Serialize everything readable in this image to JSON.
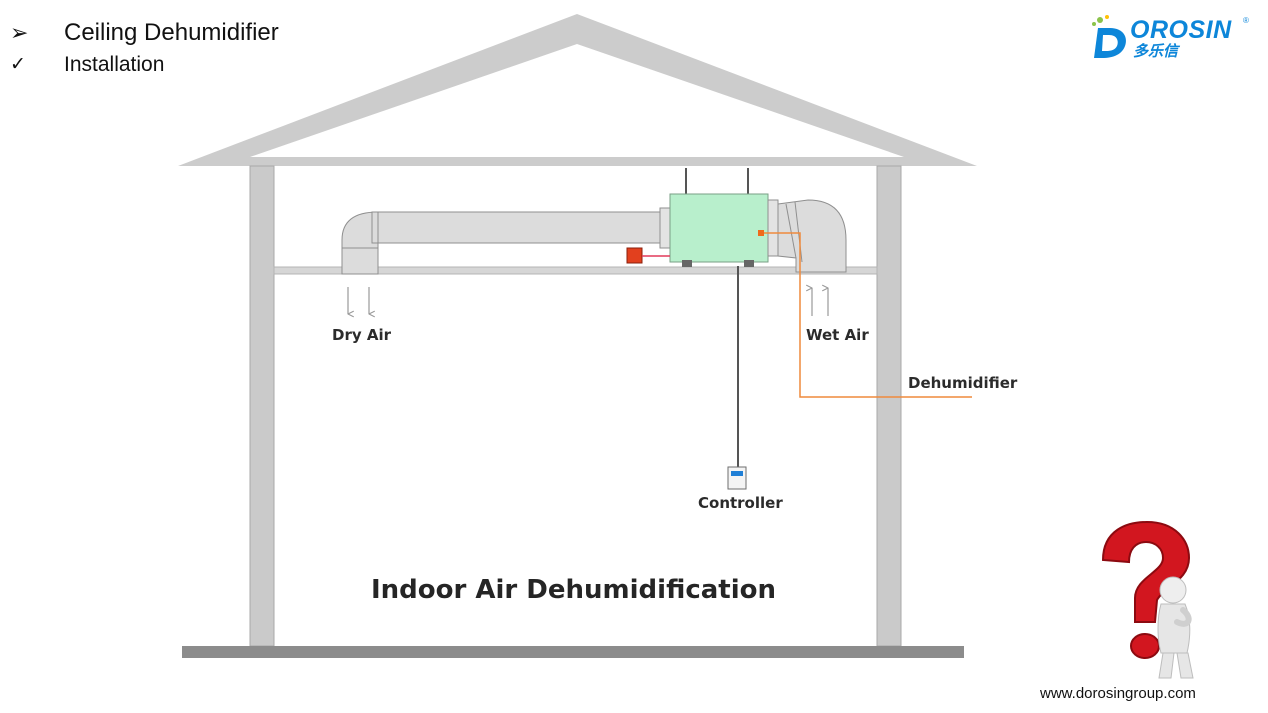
{
  "header": {
    "bullets": [
      {
        "icon": "arrowhead-bullet-icon",
        "glyph": "➢",
        "text": "Ceiling Dehumidifier"
      },
      {
        "icon": "checkmark-icon",
        "glyph": "✓",
        "text": "Installation"
      }
    ]
  },
  "logo": {
    "name": "OROSIN",
    "chinese": "多乐信",
    "registered": "®",
    "brand_color": "#0d86d9"
  },
  "diagram": {
    "labels": {
      "dry_air": "Dry Air",
      "wet_air": "Wet Air",
      "dehumidifier": "Dehumidifier",
      "controller": "Controller",
      "caption": "Indoor Air Dehumidification"
    },
    "colors": {
      "house": "#c9c9c9",
      "house_edge": "#9a9a9a",
      "floor": "#8c8c8c",
      "duct": "#d9d9d9",
      "unit": "#b8efcc",
      "leader": "#ef8a3c",
      "box": "#e2401e"
    }
  },
  "footer": {
    "website": "www.dorosingroup.com"
  }
}
